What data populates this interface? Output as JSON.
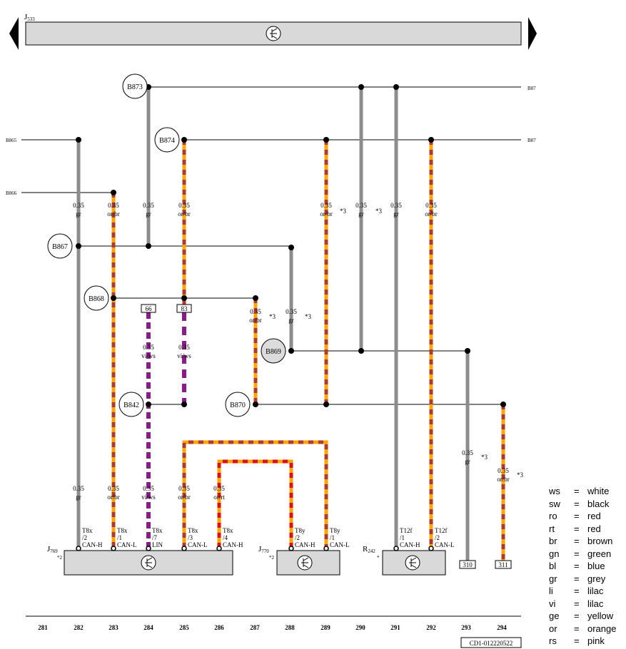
{
  "title": {
    "main": "J",
    "sub": "533"
  },
  "buses": {
    "b873": "B873",
    "b874": "B874",
    "b865": "B865",
    "b866": "B866",
    "b87a": "B87",
    "b87b": "B87"
  },
  "nodes": {
    "b867": "B867",
    "b868": "B868",
    "b842": "B842",
    "b869": "B869",
    "b870": "B870"
  },
  "wire_labels": [
    {
      "size": "0.35",
      "color": "gr"
    },
    {
      "size": "0.35",
      "color": "or/br"
    },
    {
      "size": "0.35",
      "color": "gr"
    },
    {
      "size": "0.35",
      "color": "or/br"
    },
    {
      "size": "0.35",
      "color": "or/br"
    },
    {
      "size": "0.35",
      "color": "gr"
    },
    {
      "size": "0.35",
      "color": "gr"
    },
    {
      "size": "0.35",
      "color": "or/br"
    },
    {
      "size": "0.35",
      "color": "or/br"
    },
    {
      "size": "0.35",
      "color": "gr"
    },
    {
      "size": "0.35",
      "color": "vi/ws"
    },
    {
      "size": "0.35",
      "color": "vi/ws"
    },
    {
      "size": "0.35",
      "color": "gr"
    },
    {
      "size": "0.35",
      "color": "or/br"
    },
    {
      "size": "0.35",
      "color": "gr"
    },
    {
      "size": "0.35",
      "color": "or/br"
    },
    {
      "size": "0.35",
      "color": "vi/ws"
    },
    {
      "size": "0.35",
      "color": "or/br"
    },
    {
      "size": "0.35",
      "color": "or/rt"
    }
  ],
  "footnote": "*3",
  "connectors": {
    "c66": "66",
    "c83": "83",
    "c310": "310",
    "c311": "311"
  },
  "pins": [
    {
      "conn": "T8x",
      "pin": "/2",
      "sig": "CAN-H"
    },
    {
      "conn": "T8x",
      "pin": "/1",
      "sig": "CAN-L"
    },
    {
      "conn": "T8x",
      "pin": "/7",
      "sig": "LIN"
    },
    {
      "conn": "T8x",
      "pin": "/3",
      "sig": "CAN-L"
    },
    {
      "conn": "T8x",
      "pin": "/4",
      "sig": "CAN-H"
    },
    {
      "conn": "T8y",
      "pin": "/2",
      "sig": "CAN-H"
    },
    {
      "conn": "T8y",
      "pin": "/1",
      "sig": "CAN-L"
    },
    {
      "conn": "T12f",
      "pin": "/1",
      "sig": "CAN-H"
    },
    {
      "conn": "T12f",
      "pin": "/2",
      "sig": "CAN-L"
    }
  ],
  "components": {
    "j769": {
      "main": "J",
      "sub": "769",
      "note": "*2"
    },
    "j770": {
      "main": "J",
      "sub": "770",
      "note": "*2"
    },
    "r242": {
      "main": "R",
      "sub": "242",
      "note": "*"
    }
  },
  "columns": [
    "281",
    "282",
    "283",
    "284",
    "285",
    "286",
    "287",
    "288",
    "289",
    "290",
    "291",
    "292",
    "293",
    "294"
  ],
  "doc_id": "CD1-012220522",
  "legend": [
    {
      "code": "ws",
      "eq": "=",
      "name": "white"
    },
    {
      "code": "sw",
      "eq": "=",
      "name": "black"
    },
    {
      "code": "ro",
      "eq": "=",
      "name": "red"
    },
    {
      "code": "rt",
      "eq": "=",
      "name": "red"
    },
    {
      "code": "br",
      "eq": "=",
      "name": "brown"
    },
    {
      "code": "gn",
      "eq": "=",
      "name": "green"
    },
    {
      "code": "bl",
      "eq": "=",
      "name": "blue"
    },
    {
      "code": "gr",
      "eq": "=",
      "name": "grey"
    },
    {
      "code": "li",
      "eq": "=",
      "name": "lilac"
    },
    {
      "code": "vi",
      "eq": "=",
      "name": "lilac"
    },
    {
      "code": "ge",
      "eq": "=",
      "name": "yellow"
    },
    {
      "code": "or",
      "eq": "=",
      "name": "orange"
    },
    {
      "code": "rs",
      "eq": "=",
      "name": "pink"
    }
  ],
  "colors": {
    "grey_wire": "#8c8c8c",
    "orange": "#ffa500",
    "brown": "#b03a2e",
    "red": "#e01010",
    "violet": "#8b1a8b",
    "white": "#ffffff",
    "module_fill": "#d9d9d9"
  }
}
